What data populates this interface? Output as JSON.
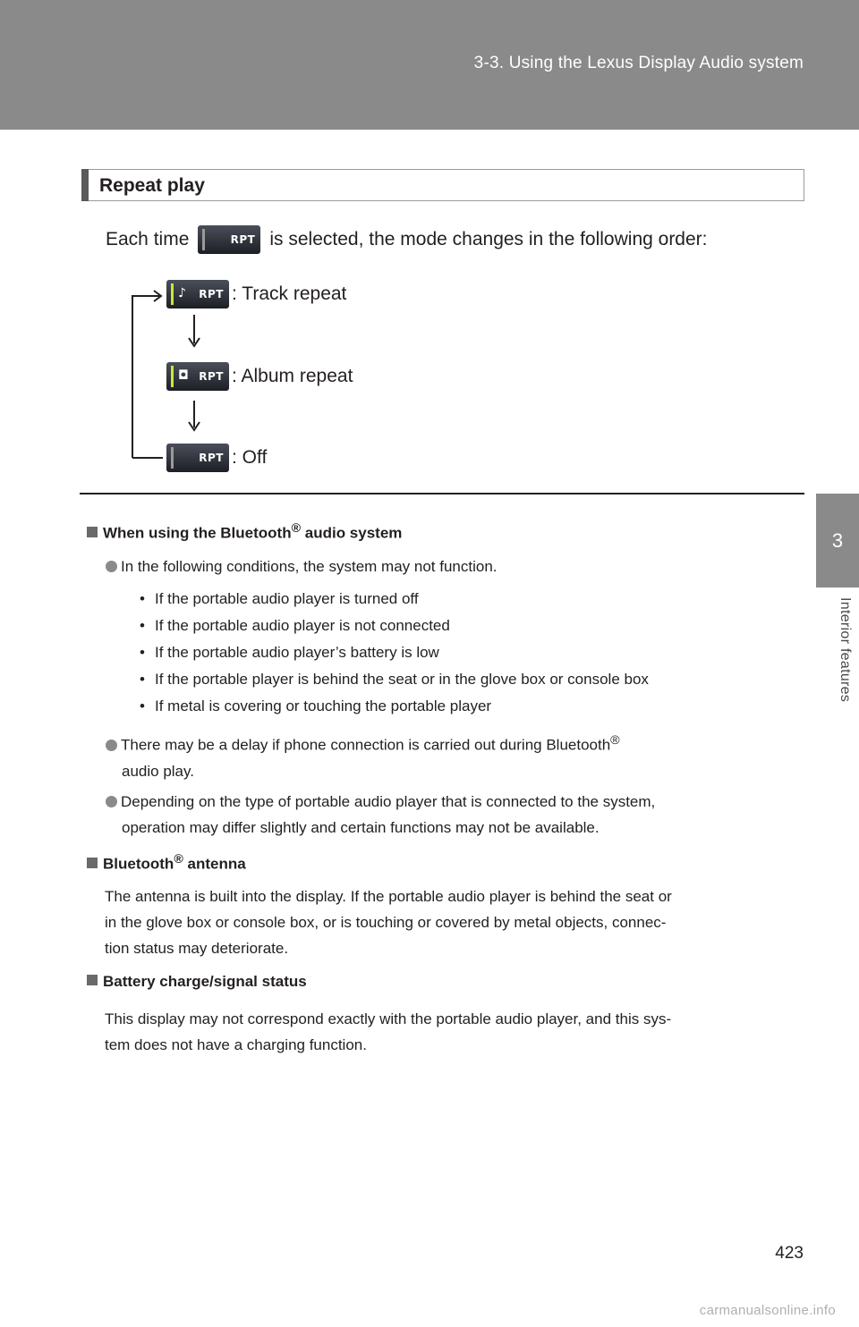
{
  "header": {
    "section_title": "3-3. Using the Lexus Display Audio system"
  },
  "side_tab": {
    "number": "3",
    "label": "Interior features"
  },
  "section": {
    "title": "Repeat play",
    "intro_before": "Each time",
    "intro_after": "is selected, the mode changes in the following order:",
    "button_label": "RPT",
    "sequence": [
      {
        "icon": "music-note-icon",
        "symbol": "♪",
        "label": "RPT",
        "description": ": Track repeat"
      },
      {
        "icon": "album-icon",
        "symbol": "◘",
        "label": "RPT",
        "description": ": Album repeat"
      },
      {
        "icon": "",
        "symbol": "",
        "label": "RPT",
        "description": ": Off"
      }
    ]
  },
  "notes": {
    "bluetooth_audio": {
      "heading_pre": "When using the Bluetooth",
      "heading_sup": "®",
      "heading_post": " audio system",
      "item1": "In the following conditions, the system may not function.",
      "bullets": [
        "If the portable audio player is turned off",
        "If the portable audio player is not connected",
        "If the portable audio player’s battery is low",
        "If the portable player is behind the seat or in the glove box or console box",
        "If metal is covering or touching the portable player"
      ],
      "item2_line1": "There may be a delay if phone connection is carried out during Bluetooth",
      "item2_sup": "®",
      "item2_line2": "audio play.",
      "item3_line1": "Depending on the type of portable audio player that is connected to the system,",
      "item3_line2": "operation may differ slightly and certain functions may not be available."
    },
    "antenna": {
      "heading_pre": "Bluetooth",
      "heading_sup": "®",
      "heading_post": " antenna",
      "line1": "The antenna is built into the display. If the portable audio player is behind the seat or",
      "line2": "in the glove box or console box, or is touching or covered by metal objects, connec-",
      "line3": "tion status may deteriorate."
    },
    "battery": {
      "heading": "Battery charge/signal status",
      "line1": "This display may not correspond exactly with the portable audio player, and this sys-",
      "line2": "tem does not have a charging function."
    }
  },
  "page_number": "423",
  "watermark": "carmanualsonline.info",
  "colors": {
    "header_band": "#8a8a8a",
    "accent_bar": "#c7e93a"
  }
}
